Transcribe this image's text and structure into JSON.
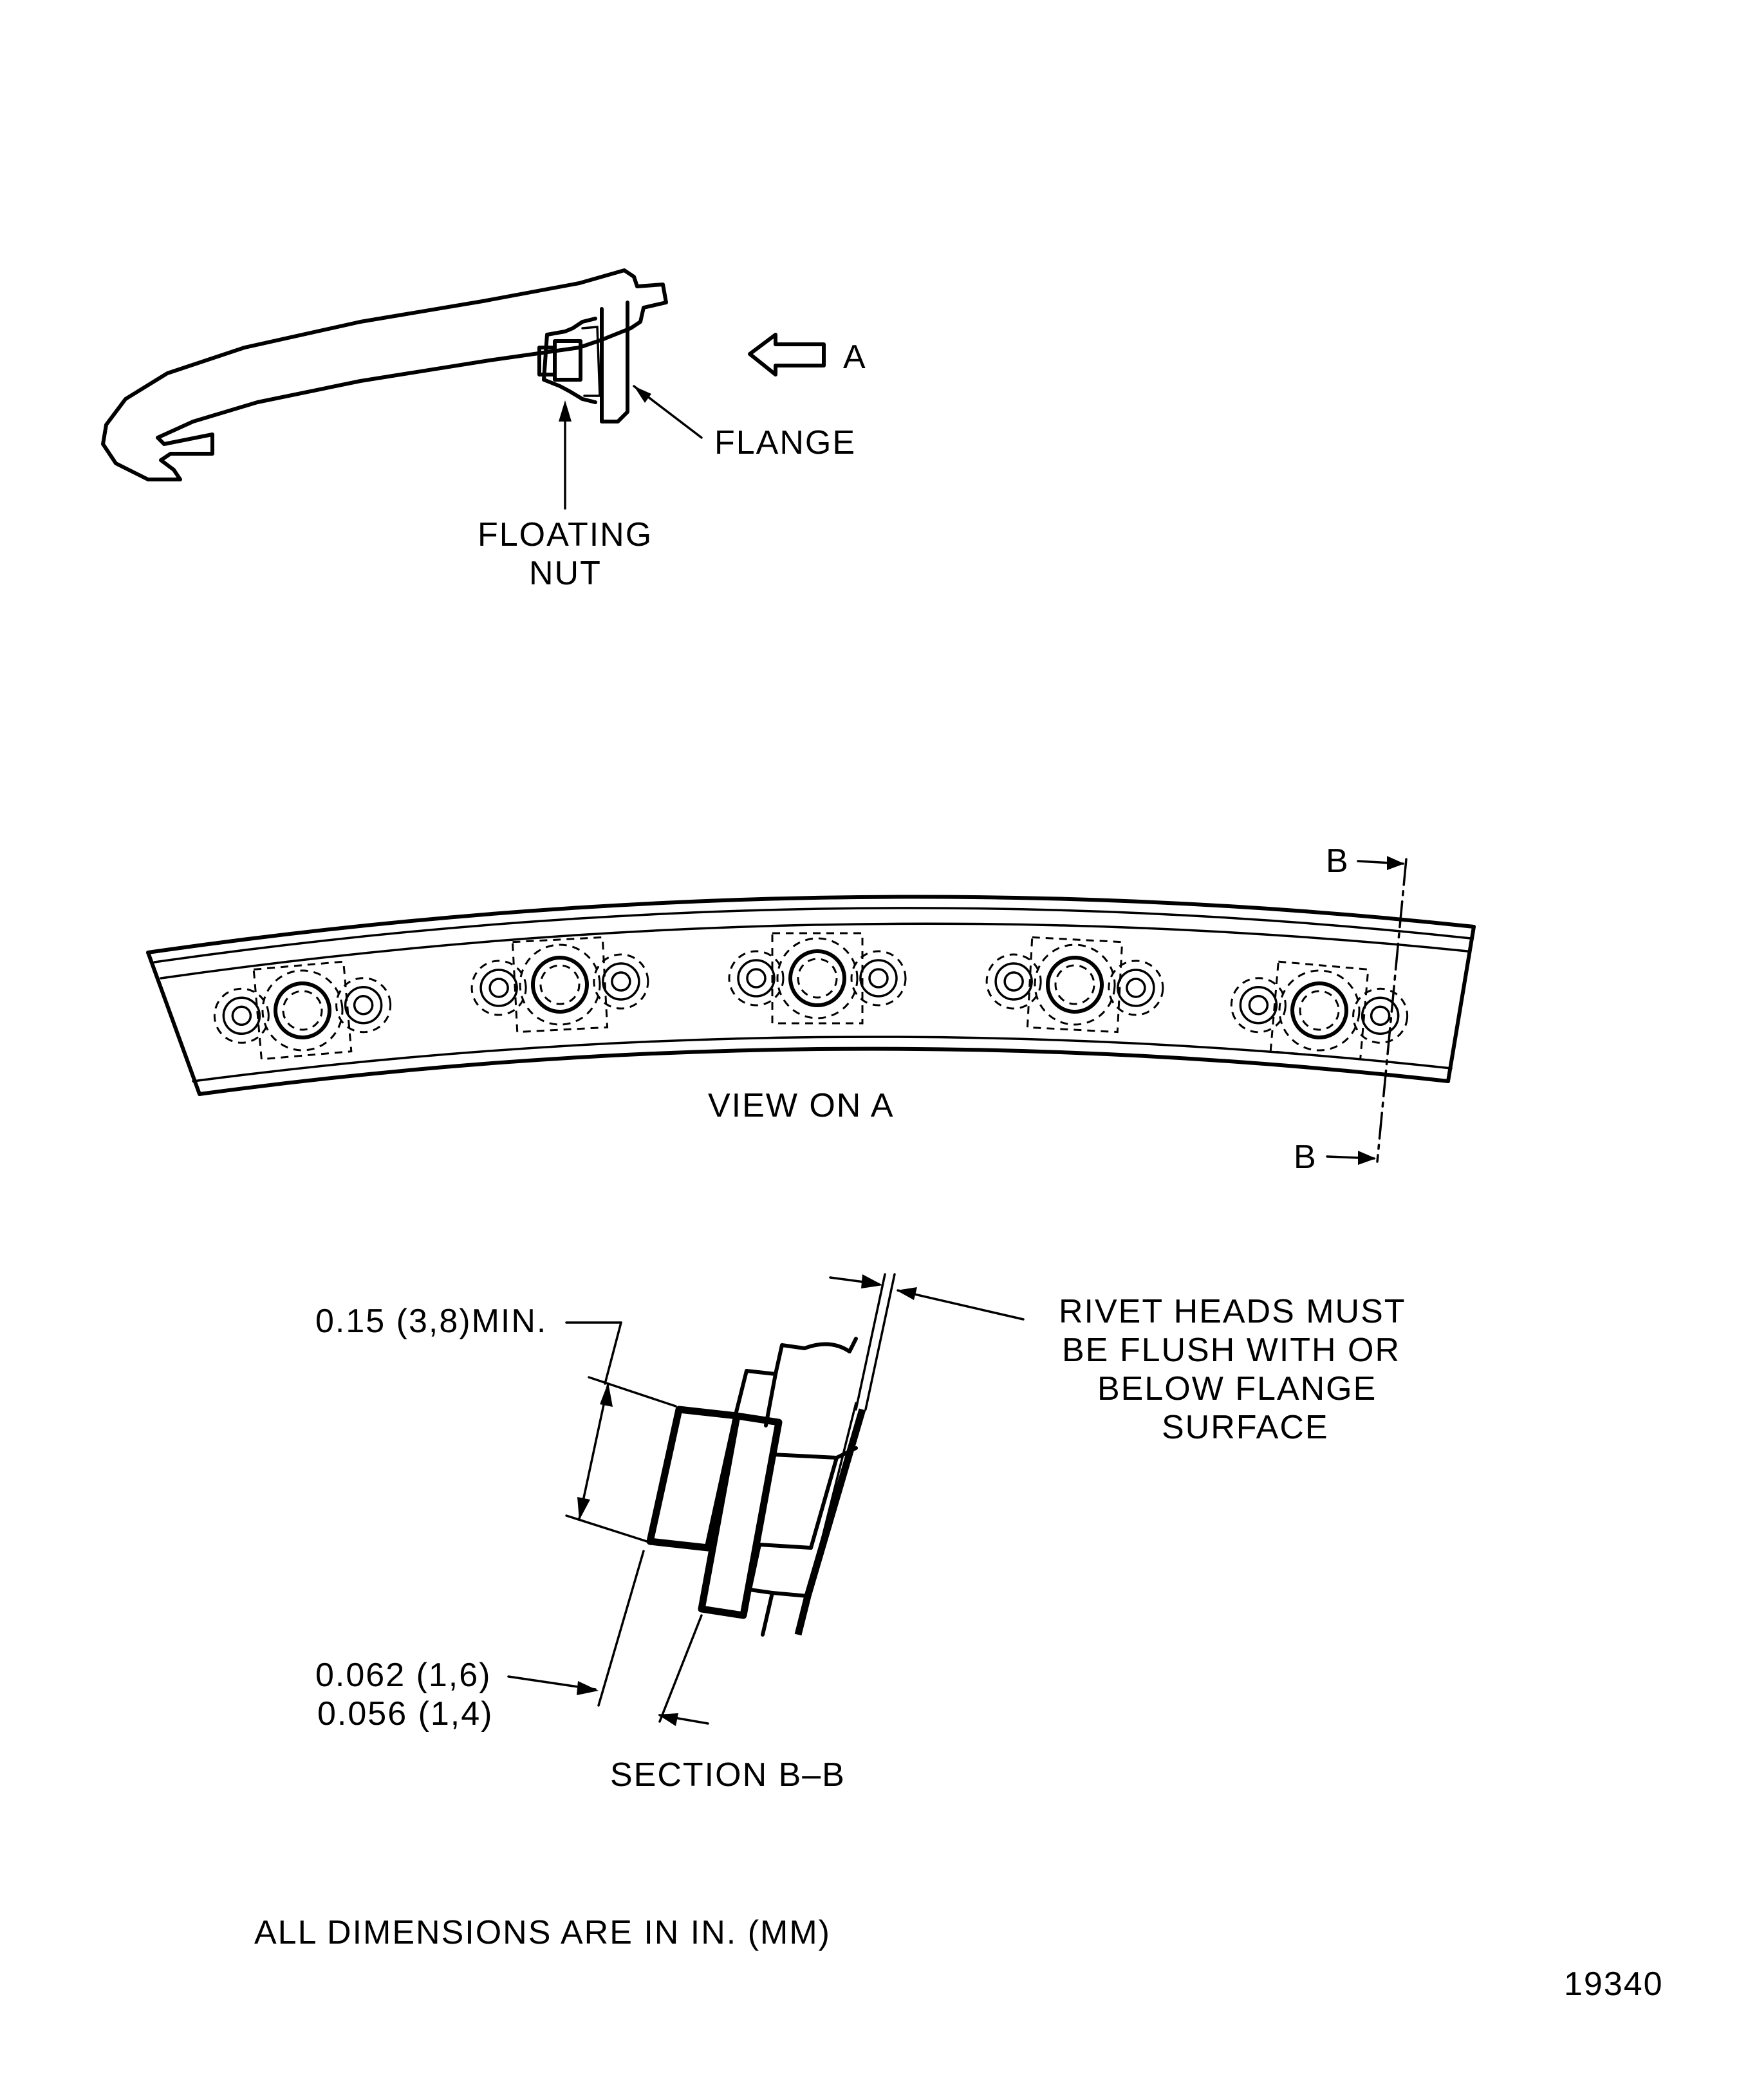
{
  "labels": {
    "arrow_a": "A",
    "flange": "FLANGE",
    "floating_nut_line1": "FLOATING",
    "floating_nut_line2": "NUT",
    "section_b_top": "B",
    "section_b_bottom": "B",
    "view_on_a": "VIEW ON A",
    "dim_min": "0.15 (3,8)MIN.",
    "rivet_note_line1": "RIVET HEADS MUST",
    "rivet_note_line2": "BE FLUSH WITH OR",
    "rivet_note_line3": "BELOW FLANGE",
    "rivet_note_line4": "SURFACE",
    "dim_range_line1": "0.062 (1,6)",
    "dim_range_line2": "0.056 (1,4)",
    "section_title": "SECTION B–B",
    "units_note": "ALL DIMENSIONS ARE IN IN. (MM)",
    "figure_number": "19340"
  }
}
